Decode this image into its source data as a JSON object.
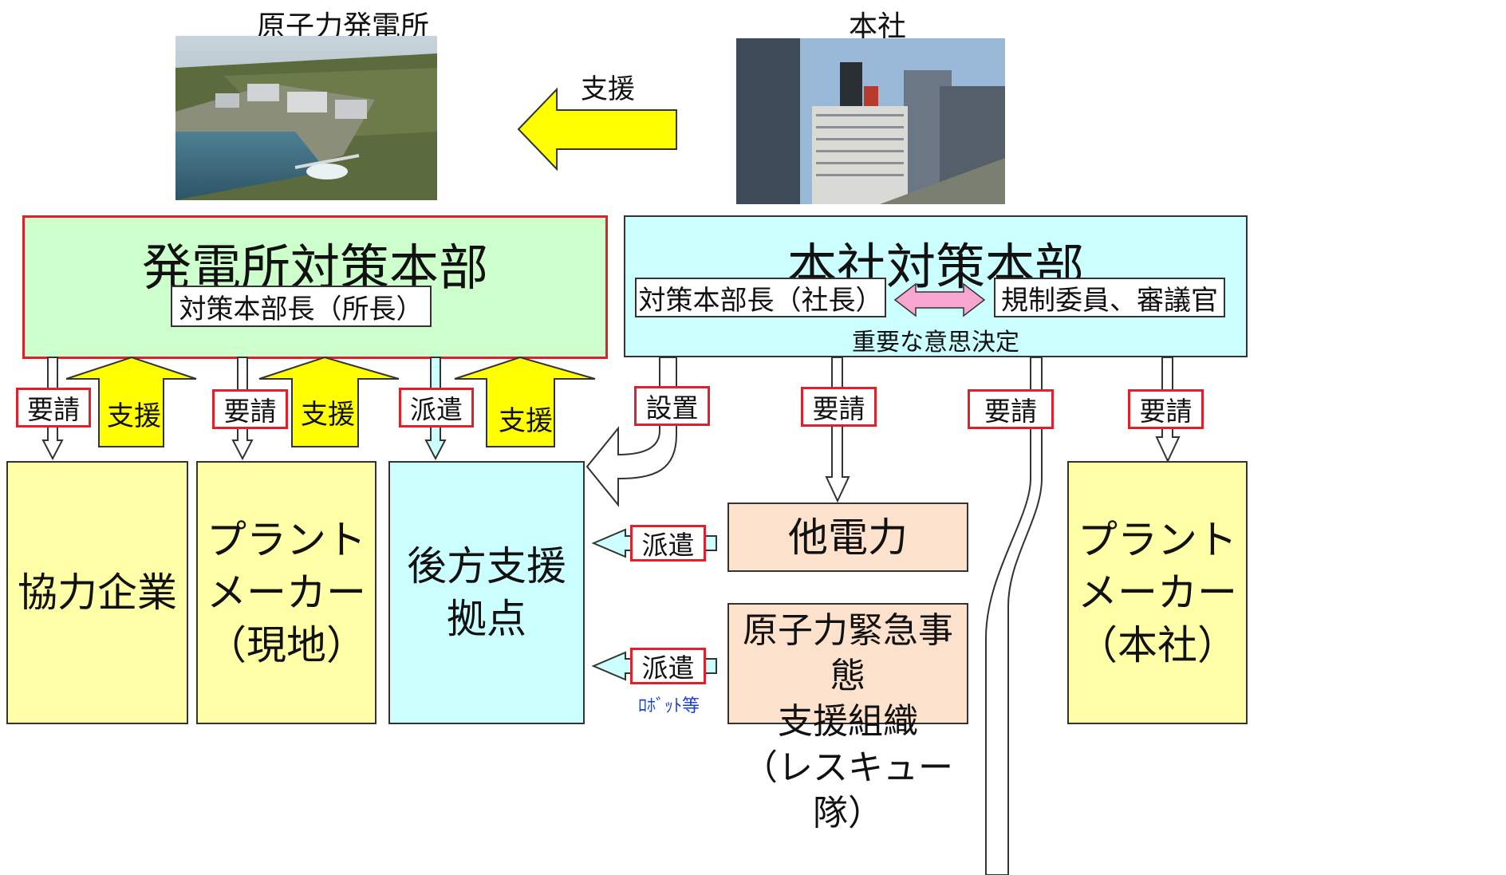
{
  "top": {
    "plant_caption": "原子力発電所",
    "hq_caption": "本社",
    "support_arrow_label": "支援"
  },
  "plant_hq": {
    "title": "発電所対策本部",
    "chief": "対策本部長（所長）"
  },
  "company_hq": {
    "title": "本社対策本部",
    "chief": "対策本部長（社長）",
    "regulator": "規制委員、審議官",
    "decision": "重要な意思決定"
  },
  "tags": {
    "req1": "要請",
    "req2": "要請",
    "dispatch_plant": "派遣",
    "establish": "設置",
    "req_power": "要請",
    "req_rescue": "要請",
    "req_maker": "要請",
    "dispatch_power": "派遣",
    "dispatch_rescue": "派遣"
  },
  "support_labels": [
    "支援",
    "支援",
    "支援"
  ],
  "orgs": {
    "partner": "協力企業",
    "maker_site": [
      "プラント",
      "メーカー",
      "（現地）"
    ],
    "backup_base": [
      "後方支援",
      "拠点"
    ],
    "other_power": "他電力",
    "rescue": [
      "原子力緊急事態",
      "支援組織",
      "（レスキュー隊）"
    ],
    "maker_hq": [
      "プラント",
      "メーカー",
      "（本社）"
    ]
  },
  "note_robot": "ﾛﾎﾞｯﾄ等",
  "colors": {
    "plant_hq_fill": "#ccffcc",
    "plant_hq_border": "#e0202a",
    "company_hq_fill": "#ccffff",
    "yellow_box": "#ffffa8",
    "cyan_box": "#ccffff",
    "peach_box": "#fce2cc",
    "yellow_arrow": "#ffff00",
    "pink_arrow": "#f7a6cf",
    "tag_border": "#e0202a"
  }
}
